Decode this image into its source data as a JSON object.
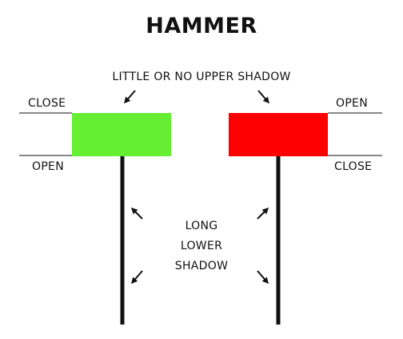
{
  "title": "HAMMER",
  "annotation_top": "LITTLE OR NO UPPER SHADOW",
  "left_candle": {
    "top_label": "CLOSE",
    "bottom_label": "OPEN",
    "body_color": "#66ee33"
  },
  "right_candle": {
    "top_label": "OPEN",
    "bottom_label": "CLOSE",
    "body_color": "#ff0000"
  },
  "center_annotation": {
    "line1": "LONG",
    "line2": "LOWER",
    "line3": "SHADOW"
  },
  "line_color": "#111111",
  "icons": [
    "arrow-down-right",
    "arrow-up-left",
    "arrow-up-right",
    "arrow-down-left"
  ]
}
